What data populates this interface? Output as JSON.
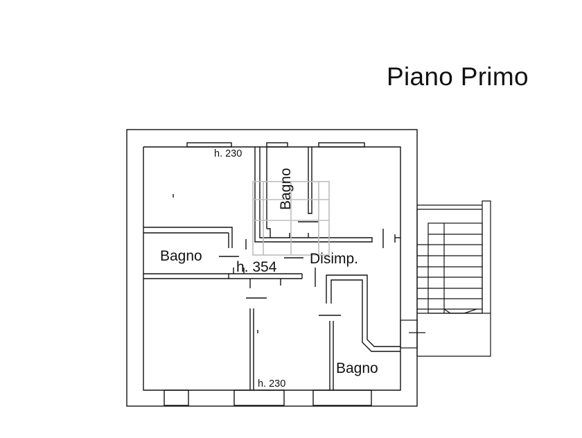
{
  "title": "Piano Primo",
  "rooms": {
    "bagno_top": "Bagno",
    "bagno_left": "Bagno",
    "disimpegno": "Disimp.",
    "bagno_bottom_right": "Bagno"
  },
  "heights": {
    "top": "h. 230",
    "center": "h. 354",
    "bottom": "h. 230"
  },
  "colors": {
    "line": "#111111",
    "skylight": "#bdbdbd"
  }
}
